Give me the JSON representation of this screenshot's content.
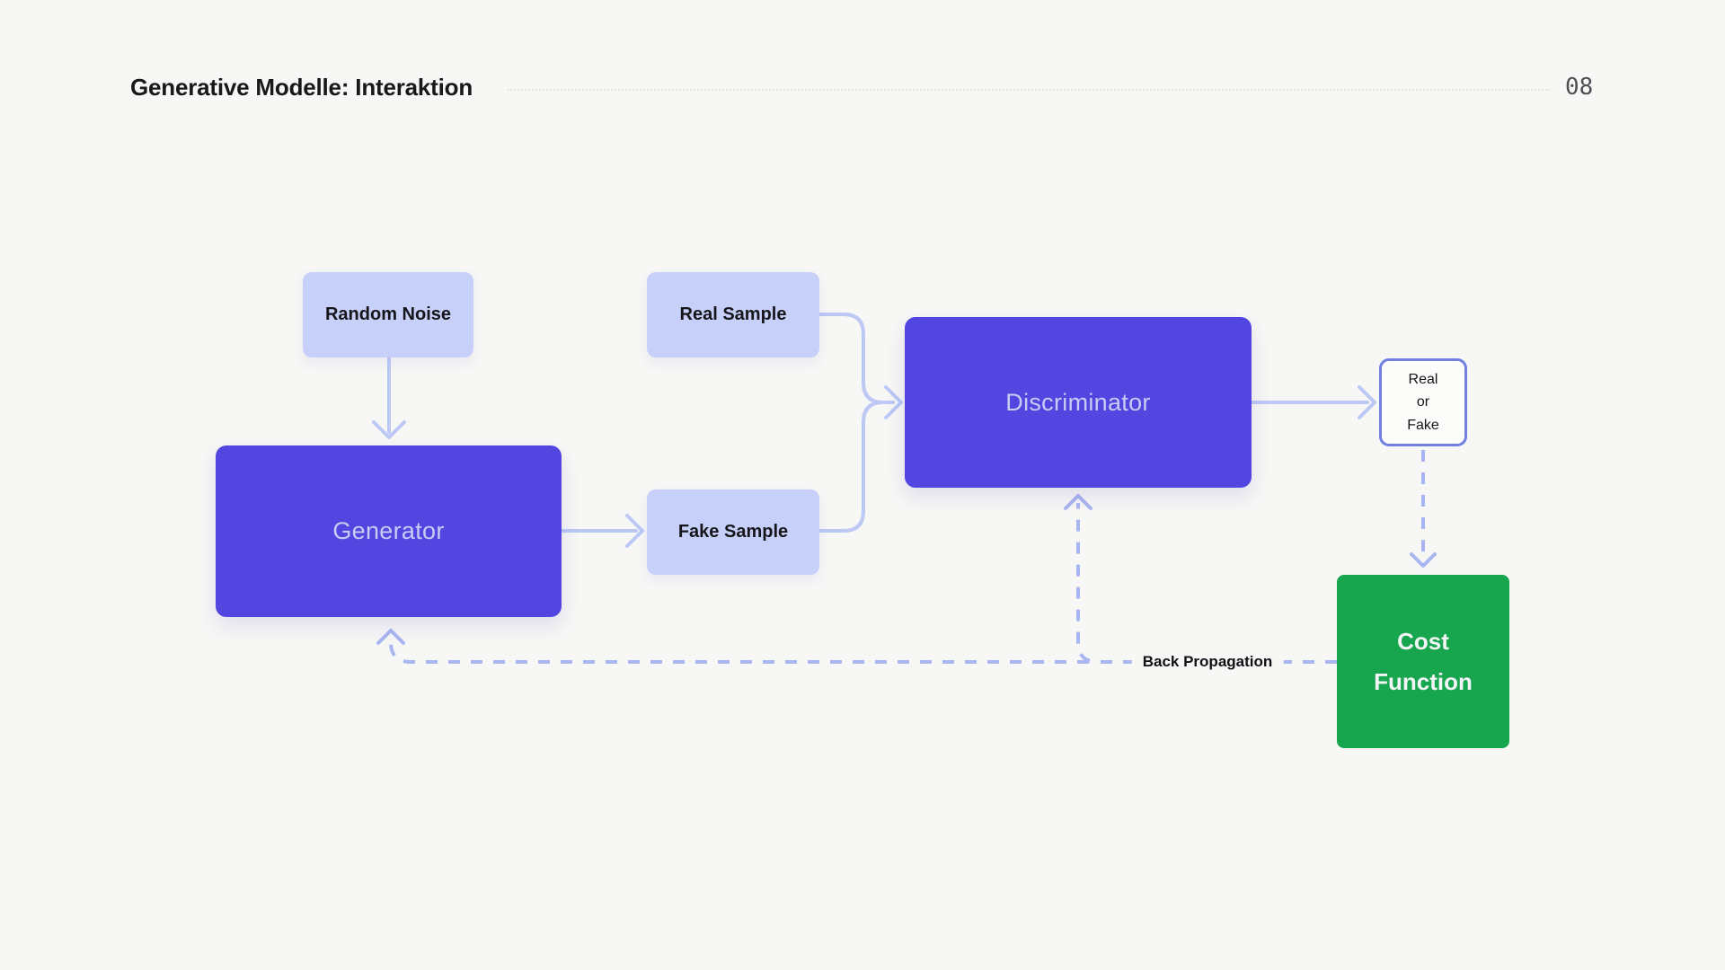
{
  "header": {
    "title": "Generative Modelle: Interaktion",
    "page_number": "08"
  },
  "nodes": {
    "random_noise": "Random Noise",
    "generator": "Generator",
    "real_sample": "Real Sample",
    "fake_sample": "Fake Sample",
    "discriminator": "Discriminator",
    "real_or_fake": [
      "Real",
      "or",
      "Fake"
    ],
    "cost_function": [
      "Cost",
      "Function"
    ]
  },
  "edge_labels": {
    "back_propagation": "Back Propagation"
  },
  "edges": [
    {
      "from": "Random Noise",
      "to": "Generator",
      "style": "solid"
    },
    {
      "from": "Generator",
      "to": "Fake Sample",
      "style": "solid"
    },
    {
      "from": "Real Sample",
      "to": "Discriminator",
      "style": "solid"
    },
    {
      "from": "Fake Sample",
      "to": "Discriminator",
      "style": "solid"
    },
    {
      "from": "Discriminator",
      "to": "Real or Fake",
      "style": "solid"
    },
    {
      "from": "Real or Fake",
      "to": "Cost Function",
      "style": "dashed"
    },
    {
      "from": "Cost Function",
      "to": "Discriminator",
      "style": "dashed",
      "label": "Back Propagation"
    },
    {
      "from": "Cost Function",
      "to": "Generator",
      "style": "dashed",
      "label": "Back Propagation"
    }
  ],
  "colors": {
    "background": "#f7f7f5",
    "node_lavender": "#c7d0f8",
    "node_purple": "#5345e0",
    "node_purple_text": "#c7ccf4",
    "node_green": "#17a54e",
    "outline_border": "#7081e2",
    "arrow_solid": "#bdc8f5",
    "arrow_dashed": "#a9b6f0",
    "title_text": "#18181b",
    "page_number_text": "#4f4f55"
  }
}
